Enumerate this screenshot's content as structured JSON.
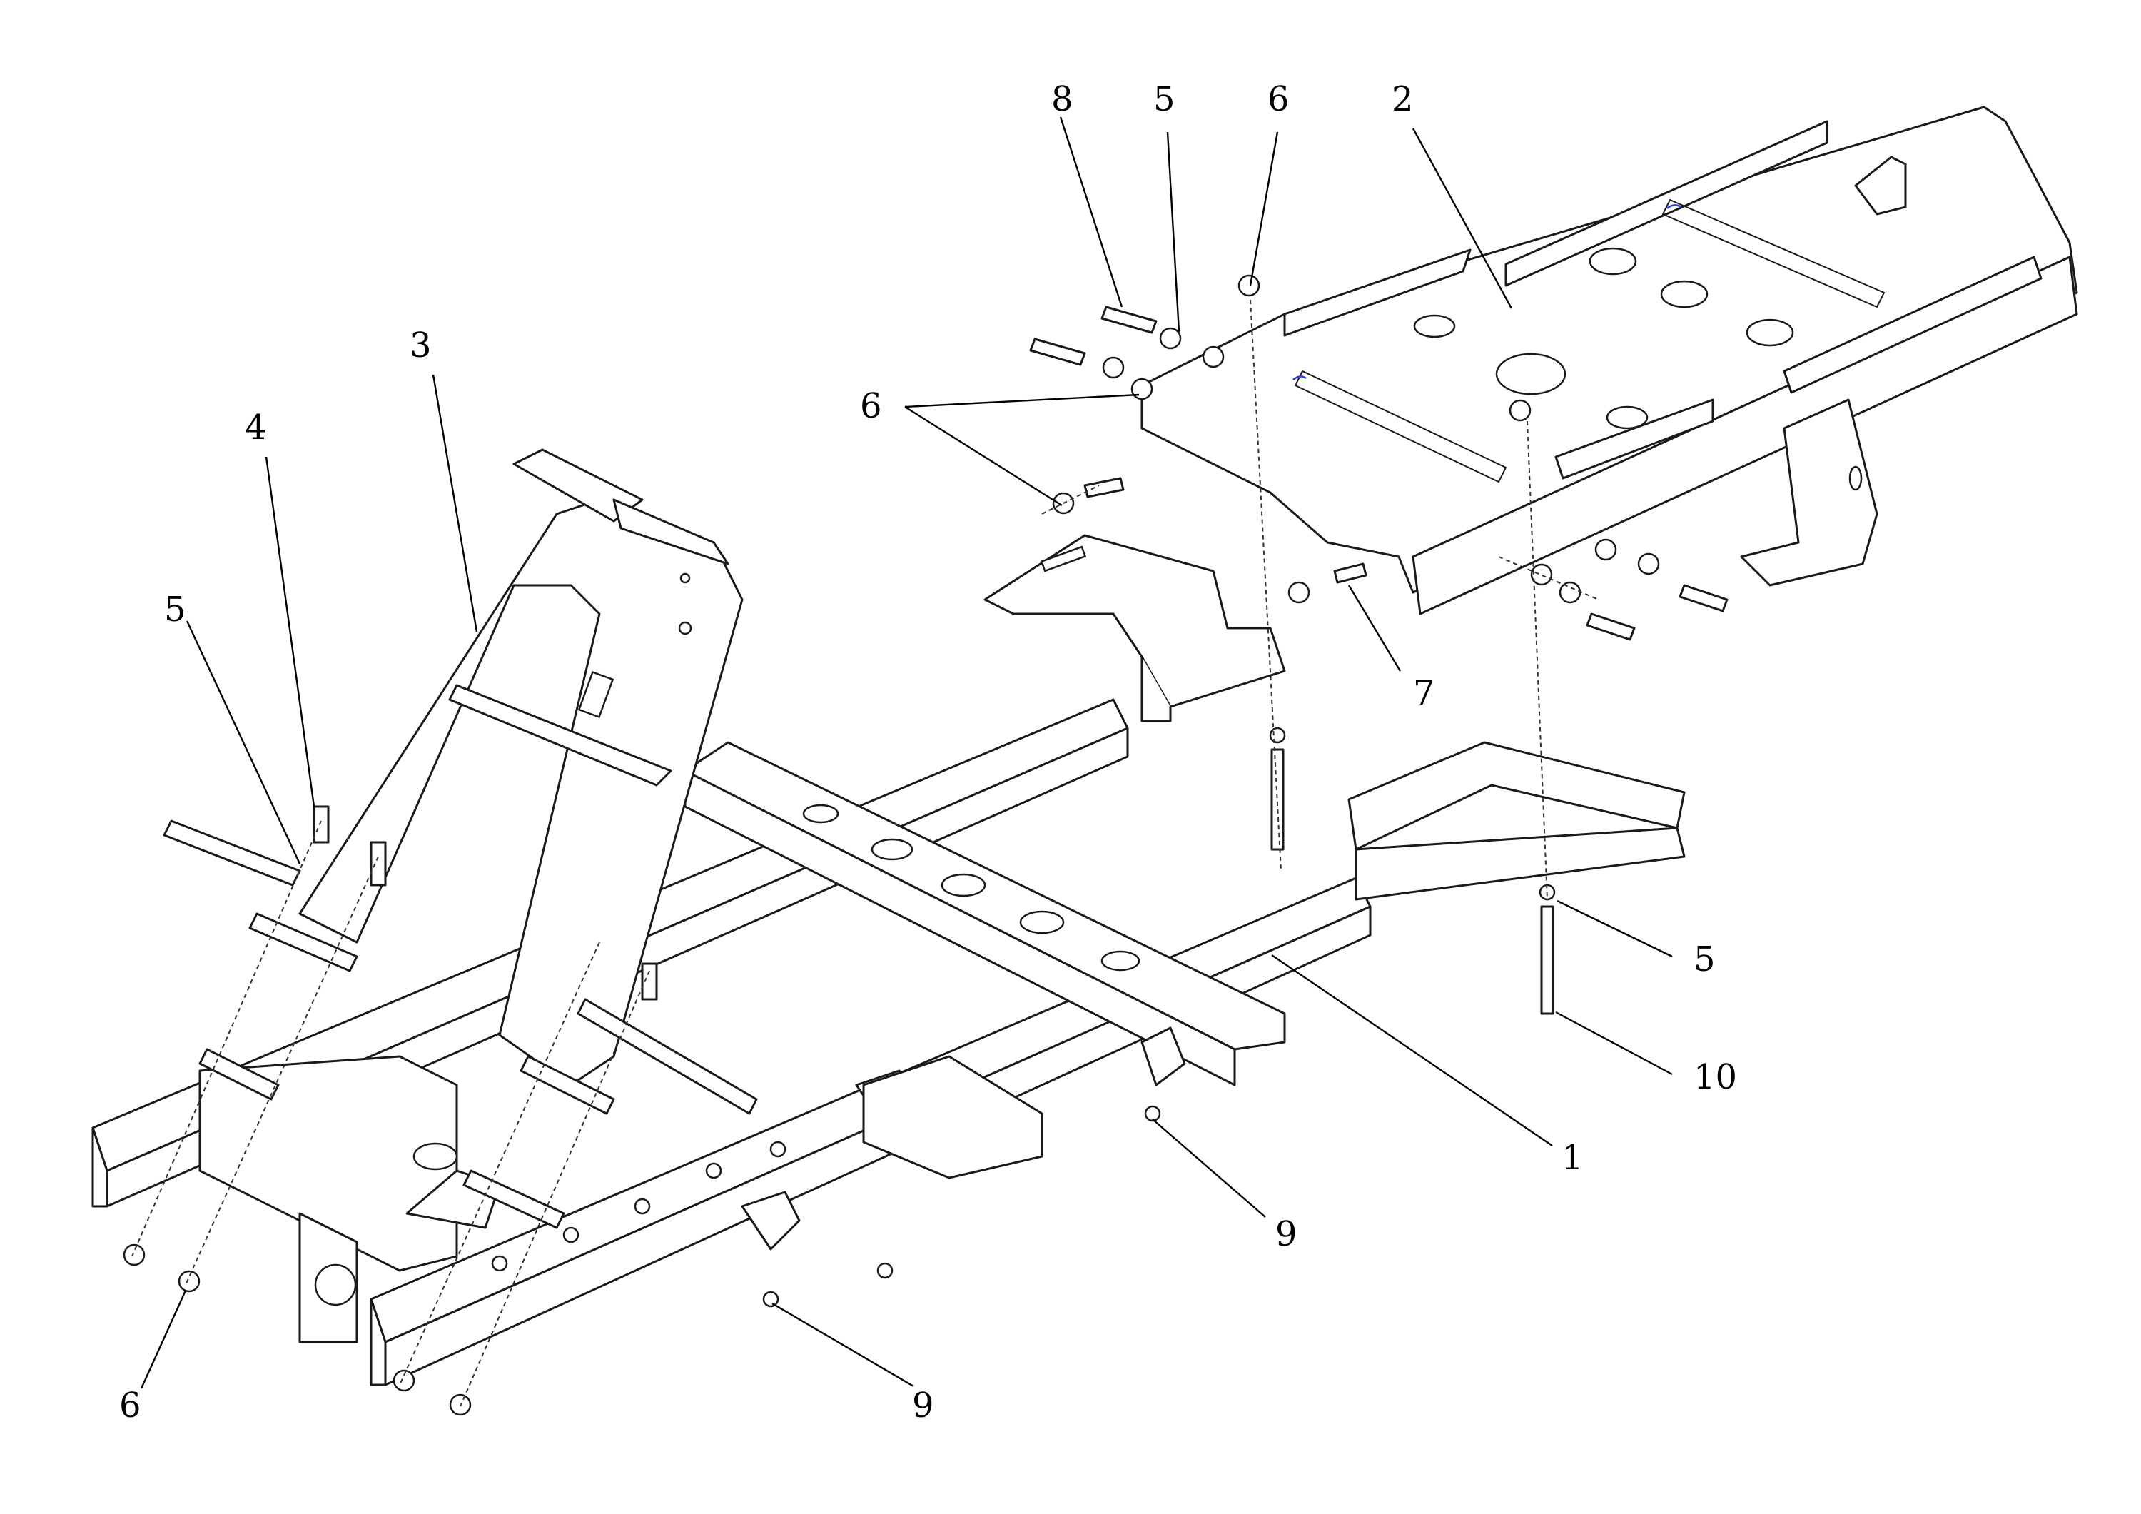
{
  "callouts": [
    {
      "label": "8"
    },
    {
      "label": "5"
    },
    {
      "label": "6"
    },
    {
      "label": "2"
    },
    {
      "label": "3"
    },
    {
      "label": "6"
    },
    {
      "label": "4"
    },
    {
      "label": "5"
    },
    {
      "label": "7"
    },
    {
      "label": "5"
    },
    {
      "label": "10"
    },
    {
      "label": "1"
    },
    {
      "label": "9"
    },
    {
      "label": "6"
    },
    {
      "label": "9"
    }
  ],
  "colors": {
    "line": "#1a1a1a",
    "accent": "#2c3fd6",
    "background": "#ffffff"
  }
}
